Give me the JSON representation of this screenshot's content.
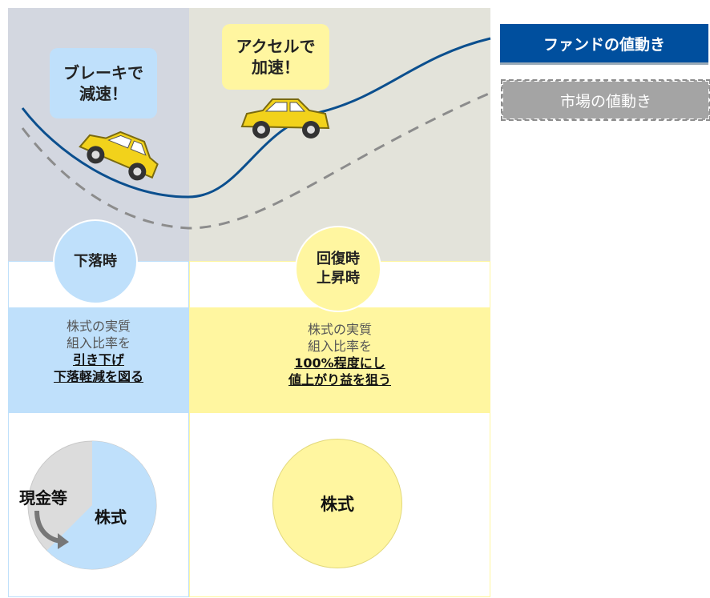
{
  "scene": {
    "brake_bubble": [
      "ブレーキで",
      "減速！"
    ],
    "accel_bubble": [
      "アクセルで",
      "加速！"
    ]
  },
  "legend": {
    "fund": "ファンドの値動き",
    "market": "市場の値動き"
  },
  "left_column": {
    "phase": "下落時",
    "line1": "株式の実質",
    "line2": "組入比率を",
    "emph1": "引き下げ",
    "emph2": "下落軽減を図る",
    "cash_label": "現金等",
    "stock_label": "株式"
  },
  "right_column": {
    "phase_line1": "回復時",
    "phase_line2": "上昇時",
    "line1": "株式の実質",
    "line2": "組入比率を",
    "emph1": "100%程度にし",
    "emph2": "値上がり益を狙う",
    "stock_label": "株式"
  },
  "colors": {
    "fund_line": "#0b4f8e",
    "market_line": "#8c8c8c",
    "down_accent": "#bfe0fb",
    "up_accent": "#fff6a0",
    "car": "#f2d21b"
  }
}
